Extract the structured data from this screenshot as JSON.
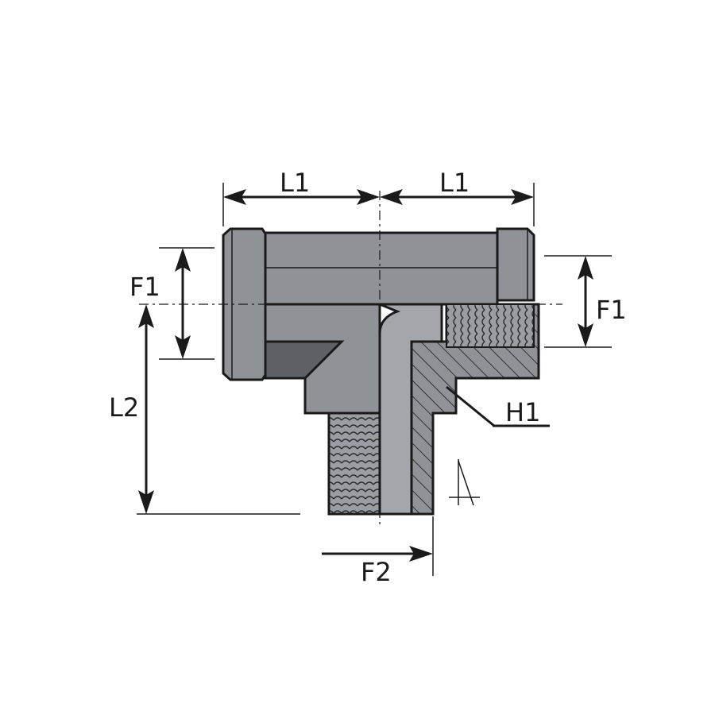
{
  "labels": {
    "L1_left": "L1",
    "L1_right": "L1",
    "F1_left": "F1",
    "F1_right": "F1",
    "L2": "L2",
    "H1": "H1",
    "F2": "F2"
  },
  "colors": {
    "body": "#8f9296",
    "body_light": "#a3a6aa",
    "body_dark": "#5e6165",
    "outline": "#1a1a1a"
  }
}
